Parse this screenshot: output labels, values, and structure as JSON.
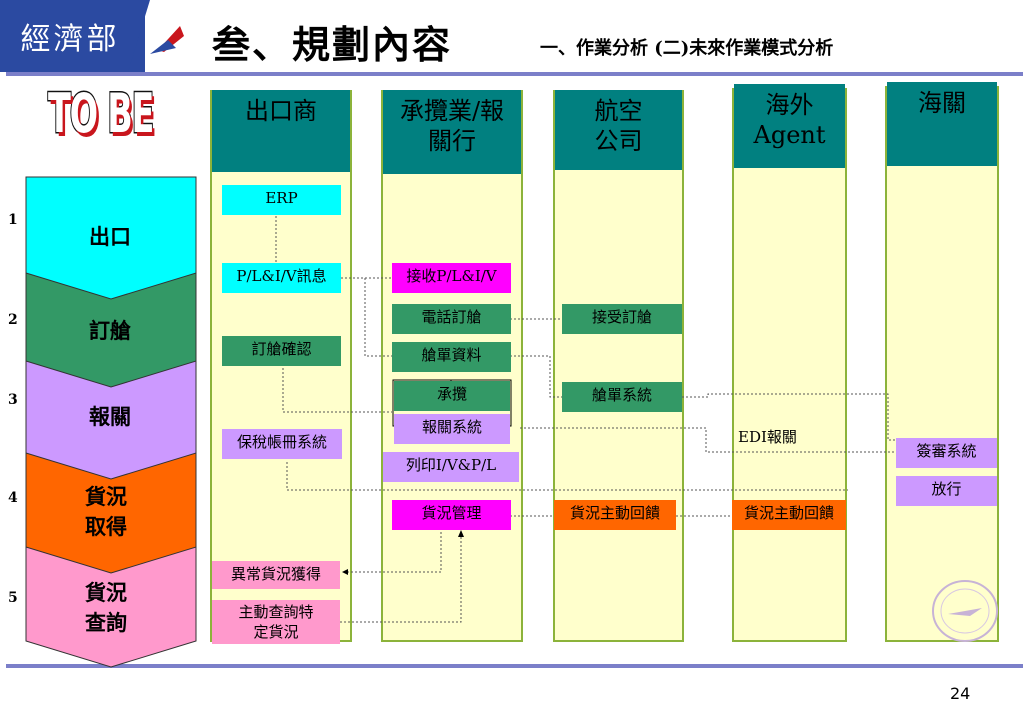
{
  "header": {
    "ministry": "經濟部",
    "title": "叁、規劃內容",
    "subtitle": "一、作業分析 (二)未來作業模式分析"
  },
  "to_be": "TO BE",
  "steps": [
    {
      "num": "1",
      "label": "出口",
      "color": "#00ffff"
    },
    {
      "num": "2",
      "label": "訂艙",
      "color": "#339966"
    },
    {
      "num": "3",
      "label": "報關",
      "color": "#cc99ff"
    },
    {
      "num": "4",
      "label": "貨況取得",
      "color": "#ff6600"
    },
    {
      "num": "5",
      "label": "貨況查詢",
      "color": "#ff99cc"
    }
  ],
  "columns": {
    "exporter": "出口商",
    "forwarder": "承攬業/報關行",
    "airline": "航空公司",
    "agent": "海外Agent",
    "customs": "海關"
  },
  "boxes": {
    "erp": "ERP",
    "pl_iv": "P/L&I/V訊息",
    "booking_confirm": "訂艙確認",
    "bonded_system": "保稅帳冊系統",
    "exception_status": "異常貨況獲得",
    "active_query": "主動查詢特定貨況",
    "receive_pl_iv": "接收P/L&I/V",
    "phone_booking": "電話訂艙",
    "manifest_data": "艙單資料",
    "forwarding": "承攬",
    "customs_system": "報關系統",
    "print_docs": "列印I/V&P/L",
    "status_mgmt": "貨況管理",
    "accept_booking": "接受訂艙",
    "manifest_system": "艙單系統",
    "airline_feedback": "貨況主動回饋",
    "edi_customs": "EDI報關",
    "agent_feedback": "貨況主動回饋",
    "review_system": "簽審系統",
    "release": "放行"
  },
  "page_number": "24",
  "colors": {
    "header_blue": "#2b4aa1",
    "column_head": "#018080",
    "column_body": "#ffffcc",
    "column_border": "#8cb33a",
    "divider": "#7b7fc9"
  }
}
